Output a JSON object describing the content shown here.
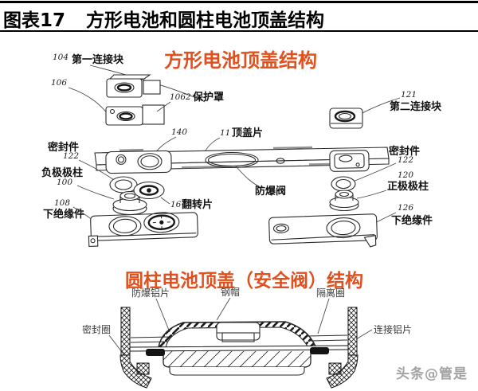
{
  "header": {
    "figure_no": "图表17",
    "title": "方形电池和圆柱电池顶盖结构"
  },
  "square": {
    "title": "方形电池顶盖结构",
    "parts": {
      "n104": "104",
      "first_connector": "第一连接块",
      "n106": "106",
      "n1062": "1062",
      "protective_cover": "保护罩",
      "n140": "140",
      "n11": "11",
      "top_cover_sheet": "顶盖片",
      "n121": "121",
      "second_connector": "第二连接块",
      "seal_left": "密封件",
      "n122_left": "122",
      "negative_post": "负极极柱",
      "n100": "100",
      "n108": "108",
      "lower_insulator_left": "下绝缘件",
      "n16": "16",
      "flip_sheet": "翻转片",
      "burst_valve": "防爆阀",
      "seal_right": "密封件",
      "n122_right": "122",
      "n120": "120",
      "positive_post": "正极极柱",
      "n126": "126",
      "lower_insulator_right": "下绝缘件"
    }
  },
  "cylinder": {
    "title": "圆柱电池顶盖（安全阀）结构",
    "parts": {
      "burst_foil": "防爆铝片",
      "steel_cap": "钢帽",
      "isolation_ring": "隔离圈",
      "seal_ring": "密封圈",
      "connector_foil": "连接铝片"
    }
  },
  "watermark": "头条@管是",
  "colors": {
    "accent_red": "#e0511f",
    "line": "#2b2b2b",
    "watermark_gray": "#a3a3a3"
  }
}
